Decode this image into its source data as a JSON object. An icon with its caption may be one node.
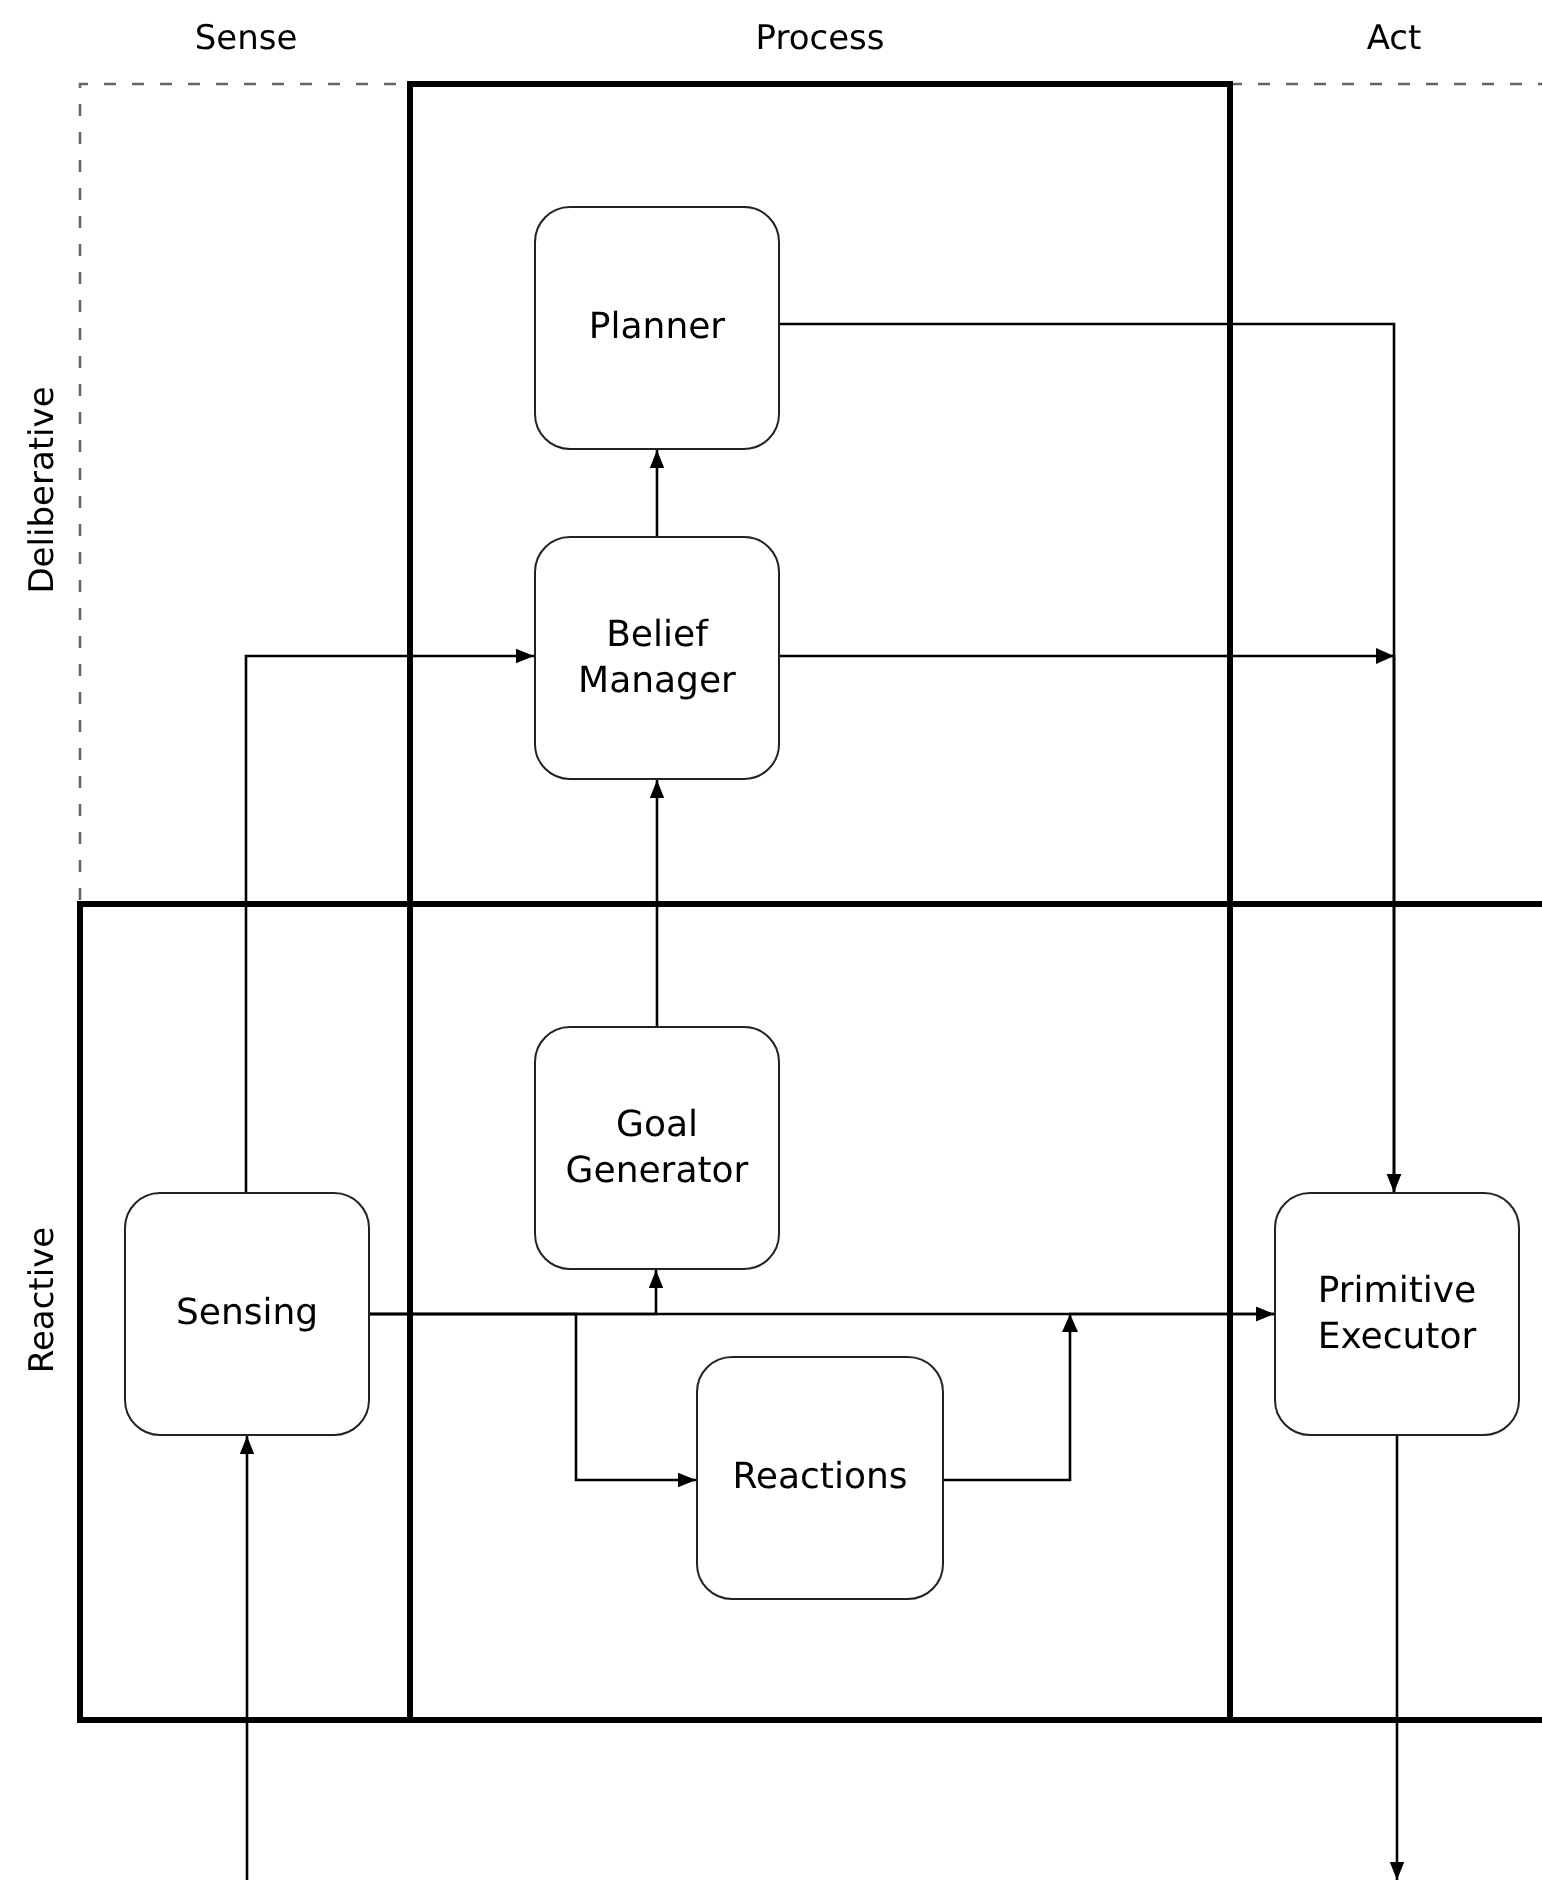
{
  "diagram": {
    "nodes": [
      {
        "text": [
          "Planner"
        ]
      },
      {
        "text": [
          "Belief Manager"
        ]
      },
      {
        "text": [
          "Goal Generator"
        ]
      },
      {
        "text": [
          "Sensing"
        ]
      },
      {
        "text": [
          "Primitive Executor"
        ]
      },
      {
        "text": [
          "Reactions"
        ]
      }
    ],
    "edges": [
      {
        "from": 1,
        "to": 0,
        "arrow": "to"
      },
      {
        "from": 0,
        "to": 4,
        "arrow": "to"
      },
      {
        "from": 1,
        "to": 4,
        "arrow": "to"
      },
      {
        "from": 2,
        "to": 1,
        "arrow": "to"
      },
      {
        "from": 3,
        "to": 1,
        "arrow": "to"
      },
      {
        "from": 3,
        "to": 2,
        "arrow": "to"
      },
      {
        "from": 3,
        "to": 5,
        "arrow": "to"
      },
      {
        "from": 3,
        "to": 4,
        "arrow": "to"
      },
      {
        "from": 5,
        "to": 4,
        "arrow": "to"
      },
      {
        "from": null,
        "to": 3,
        "arrow": "to"
      },
      {
        "from": 4,
        "to": null,
        "arrow": "to"
      }
    ],
    "labels": [
      "Sense",
      "Process",
      "Act",
      "Deliberative",
      "Reactive"
    ]
  }
}
